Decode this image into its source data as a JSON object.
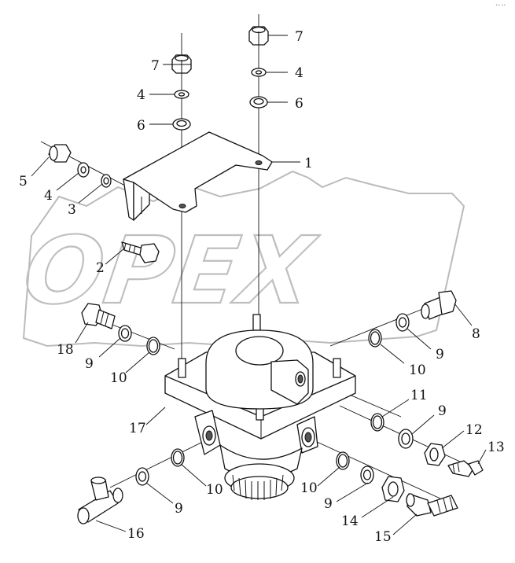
{
  "watermark": {
    "text": "OPEX"
  },
  "corner_mark": "•• ••",
  "callouts": {
    "c1": "1",
    "c2": "2",
    "c3": "3",
    "c4a": "4",
    "c4b": "4",
    "c4c": "4",
    "c5": "5",
    "c6a": "6",
    "c6b": "6",
    "c7a": "7",
    "c7b": "7",
    "c8": "8",
    "c9a": "9",
    "c9b": "9",
    "c9c": "9",
    "c9d": "9",
    "c9e": "9",
    "c10a": "10",
    "c10b": "10",
    "c10c": "10",
    "c10d": "10",
    "c11": "11",
    "c12": "12",
    "c13": "13",
    "c14": "14",
    "c15": "15",
    "c16": "16",
    "c17": "17",
    "c18": "18"
  }
}
